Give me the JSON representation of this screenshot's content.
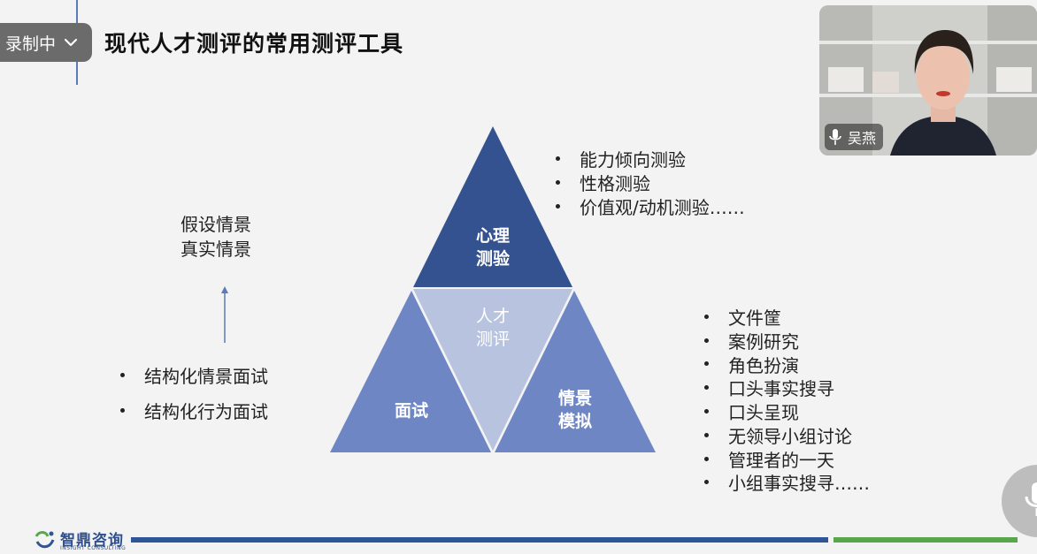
{
  "recording": {
    "label": "录制中"
  },
  "slide": {
    "title": "现代人才测评的常用测评工具",
    "left_scenarios": [
      "假设情景",
      "真实情景"
    ],
    "left_bullets": [
      "结构化情景面试",
      "结构化行为面试"
    ],
    "triangle": {
      "top": [
        "心理",
        "测验"
      ],
      "center": [
        "人才",
        "测评"
      ],
      "left": "面试",
      "right": [
        "情景",
        "模拟"
      ]
    },
    "top_bullets": [
      "能力倾向测验",
      "性格测验",
      "价值观/动机测验……"
    ],
    "right_bullets": [
      "文件筐",
      "案例研究",
      "角色扮演",
      "口头事实搜寻",
      "口头呈现",
      "无领导小组讨论",
      "管理者的一天",
      "小组事实搜寻……"
    ],
    "logo": {
      "cn": "智鼎咨询",
      "en": "INSIGHT CONSULTING"
    },
    "colors": {
      "dark_blue": "#34528f",
      "mid_blue": "#6e86c4",
      "light_blue": "#b8c3e0",
      "bar_blue": "#2e5597",
      "bar_green": "#5aa64a"
    }
  },
  "video": {
    "participant_name": "吴燕",
    "mic_icon": "mic-icon"
  }
}
